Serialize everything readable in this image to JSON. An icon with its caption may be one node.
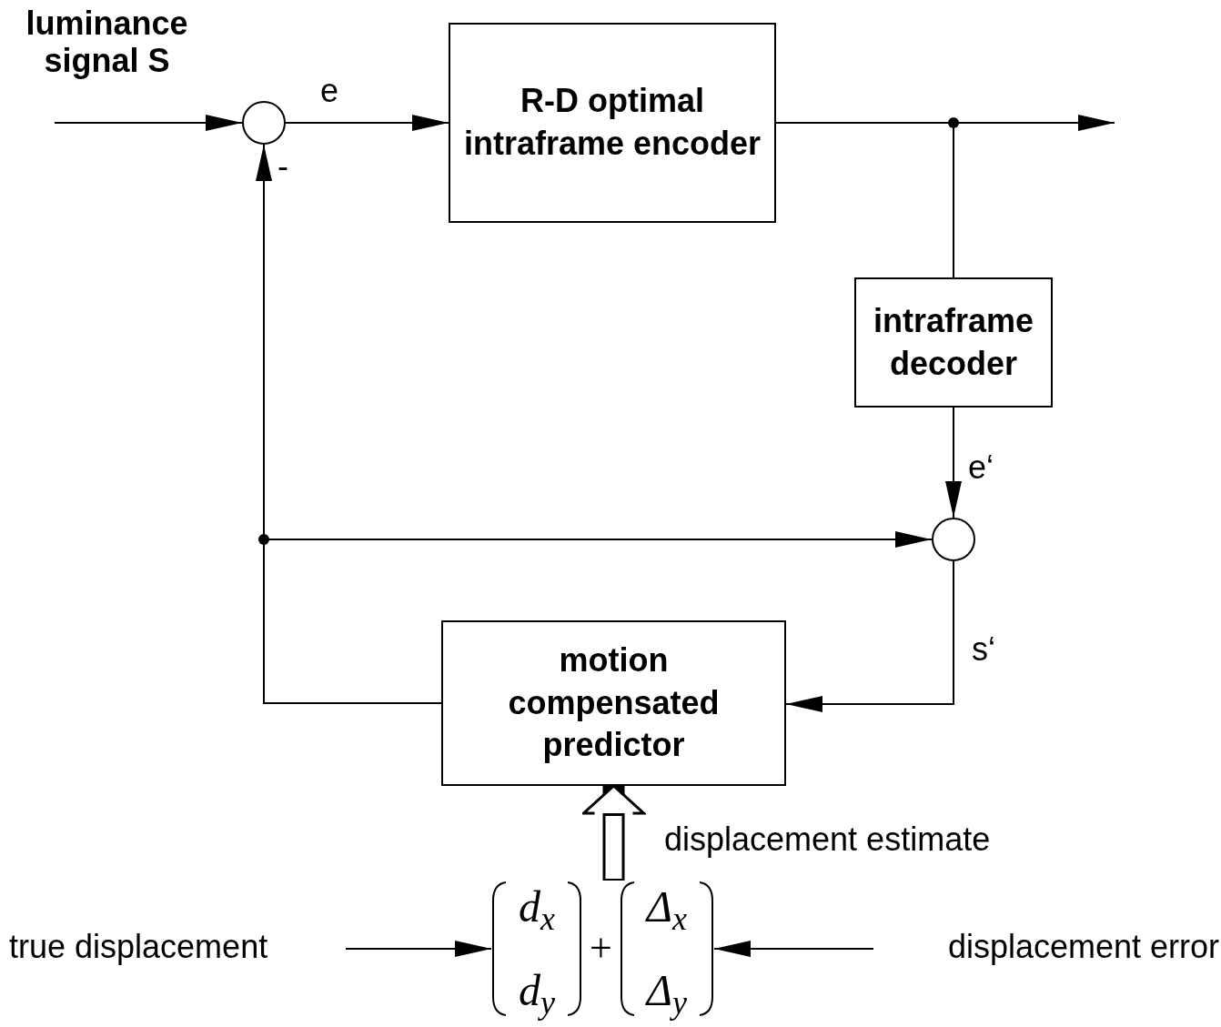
{
  "diagram": {
    "nodes": [
      {
        "text": [],
        "shape": "circle"
      },
      {
        "text": [
          "R-D optimal intraframe encoder"
        ]
      },
      {
        "text": [
          "intraframe decoder"
        ]
      },
      {
        "text": [],
        "shape": "circle"
      },
      {
        "text": [
          "motion compensated predictor"
        ]
      },
      {
        "text": [
          "d$_{x}$",
          "d$_{y}$",
          "+",
          "Δ$_{x}$",
          "Δ$_{y}$"
        ]
      },
      {
        "text": [
          "true displacement"
        ]
      },
      {
        "text": [
          "displacement error"
        ]
      }
    ],
    "edges": [
      {
        "from": null,
        "to": 0,
        "arrow": "to"
      },
      {
        "from": 0,
        "to": 1,
        "arrow": "to",
        "label": "e"
      },
      {
        "from": 1,
        "to": null,
        "arrow": "to"
      },
      {
        "from": 1,
        "to": 2,
        "arrow": "none"
      },
      {
        "from": 2,
        "to": 3,
        "arrow": "to",
        "label": "e‘"
      },
      {
        "from": 3,
        "to": 4,
        "arrow": "to",
        "label": "s‘"
      },
      {
        "from": 4,
        "to": 0,
        "arrow": "to",
        "label": "-"
      },
      {
        "from": 4,
        "to": 3,
        "arrow": "to"
      },
      {
        "from": 5,
        "to": 4,
        "arrow": "to",
        "style": "thick",
        "label": "displacement estimate"
      },
      {
        "from": 6,
        "to": 5,
        "arrow": "to"
      },
      {
        "from": 7,
        "to": 5,
        "arrow": "to"
      }
    ],
    "labels": [
      "luminance signal S"
    ]
  }
}
